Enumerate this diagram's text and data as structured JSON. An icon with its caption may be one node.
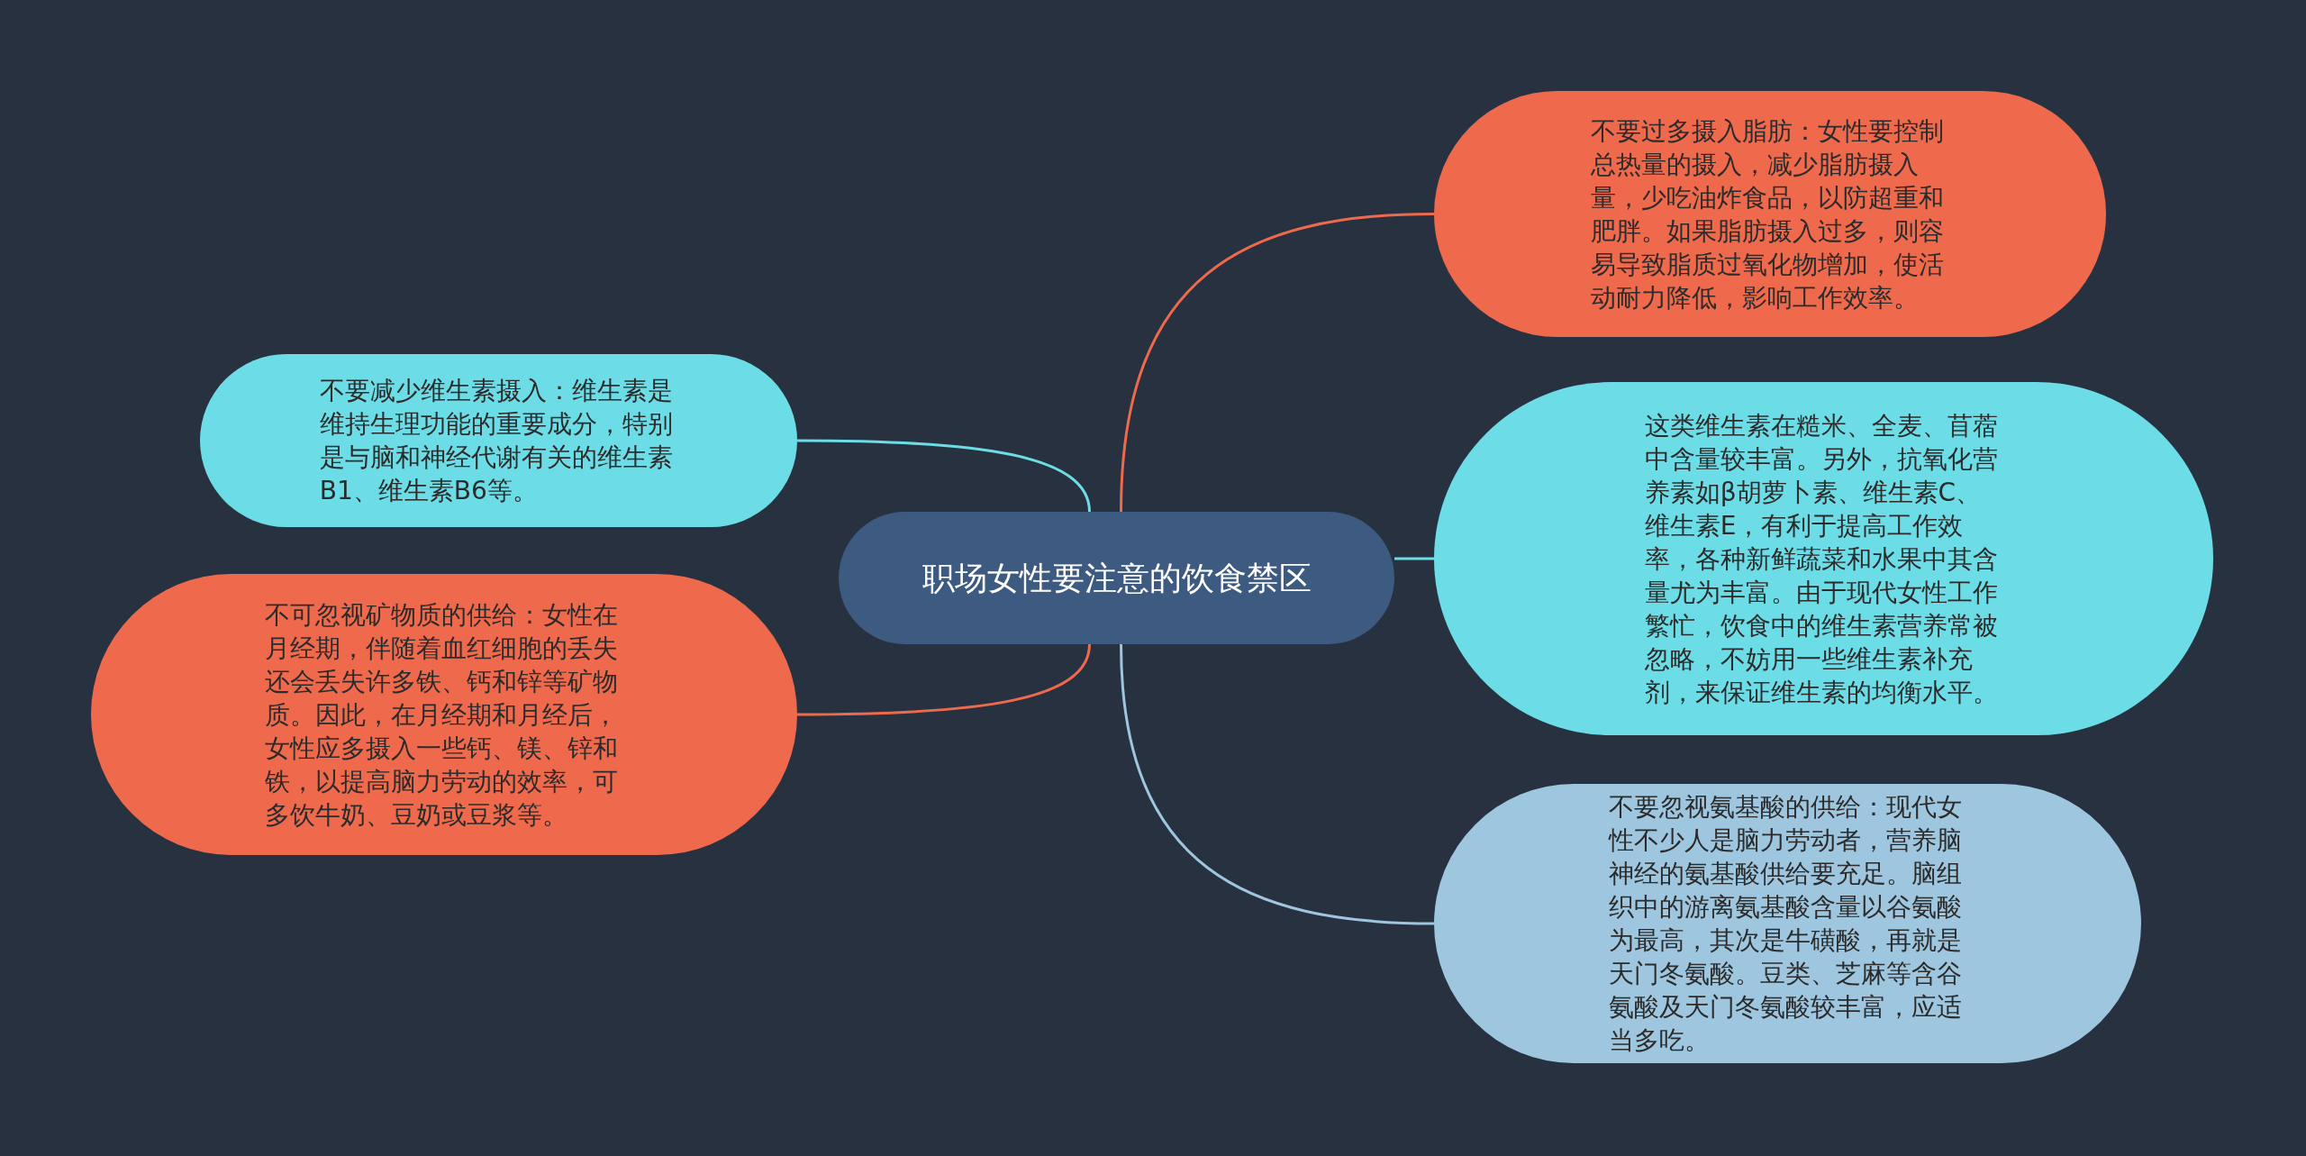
{
  "diagram": {
    "nodes": [
      {
        "text": [
          "职场女性要注意的饮食禁区"
        ]
      },
      {
        "text": [
          "不要过多摄入脂肪：女性要控制总热量的摄入，减少脂肪摄入量，少吃油炸食品，以防超重和肥胖。如果脂肪摄入过多，则容易导致脂质过氧化物增加，使活动耐力降低，影响工作效率。"
        ]
      },
      {
        "text": [
          "这类维生素在糙米、全麦、苜蓿中含量较丰富。另外，抗氧化营养素如β胡萝卜素、维生素C、维生素E，有利于提高工作效率，各种新鲜蔬菜和水果中其含量尤为丰富。由于现代女性工作繁忙，饮食中的维生素营养常被忽略，不妨用一些维生素补充剂，来保证维生素的均衡水平。"
        ]
      },
      {
        "text": [
          "不要忽视氨基酸的供给：现代女性不少人是脑力劳动者，营养脑神经的氨基酸供给要充足。脑组织中的游离氨基酸含量以谷氨酸为最高，其次是牛磺酸，再就是天门冬氨酸。豆类、芝麻等含谷氨酸及天门冬氨酸较丰富，应适当多吃。"
        ]
      },
      {
        "text": [
          "不要减少维生素摄入：维生素是维持生理功能的重要成分，特别是与脑和神经代谢有关的维生素B1、维生素B6等。"
        ]
      },
      {
        "text": [
          "不可忽视矿物质的供给：女性在月经期，伴随着血红细胞的丢失还会丢失许多铁、钙和锌等矿物质。因此，在月经期和月经后，女性应多摄入一些钙、镁、锌和铁，以提高脑力劳动的效率，可多饮牛奶、豆奶或豆浆等。"
        ]
      }
    ],
    "edges": [
      {
        "from": 0,
        "to": 1,
        "arrow": "none",
        "color": "#ef6a4d"
      },
      {
        "from": 0,
        "to": 2,
        "arrow": "none",
        "color": "#6cdde6"
      },
      {
        "from": 0,
        "to": 3,
        "arrow": "none",
        "color": "#9ec6df"
      },
      {
        "from": 0,
        "to": 4,
        "arrow": "none",
        "color": "#6cdde6"
      },
      {
        "from": 0,
        "to": 5,
        "arrow": "none",
        "color": "#ef6a4d"
      }
    ]
  }
}
